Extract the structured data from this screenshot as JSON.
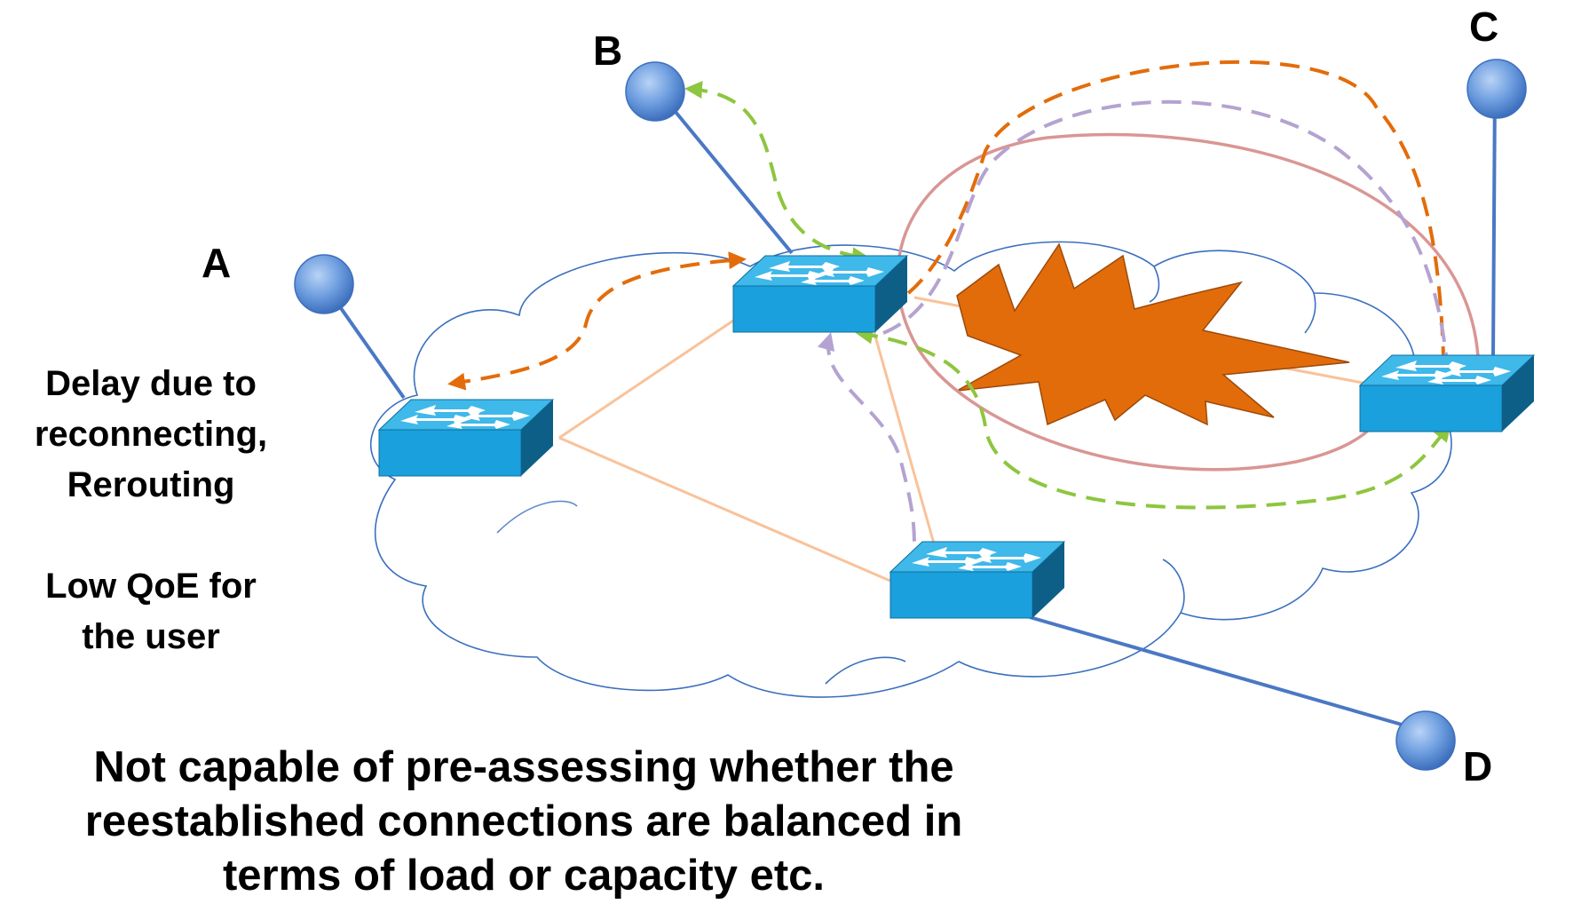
{
  "nodes": {
    "a": "A",
    "b": "B",
    "c": "C",
    "d": "D"
  },
  "side_notes": {
    "delay": [
      "Delay due to",
      "reconnecting,",
      "Rerouting"
    ],
    "qoe": [
      "Low QoE for",
      "the user"
    ]
  },
  "bottom_note": [
    "Not capable of pre-assessing whether the",
    "reestablished connections are balanced in",
    "terms of load or capacity etc."
  ],
  "colors": {
    "switch_face": "#1aa0dc",
    "switch_top": "#3fb8ea",
    "switch_side": "#0e5f88",
    "host": "#5b8fd8",
    "cloud_outline": "#3a6fbf",
    "link": "#f9c29a",
    "failure_burst": "#e36c0a",
    "path_orange": "#e36c0a",
    "path_green": "#8dc63f",
    "path_purple": "#b4a3d1",
    "path_red": "#d99694"
  }
}
